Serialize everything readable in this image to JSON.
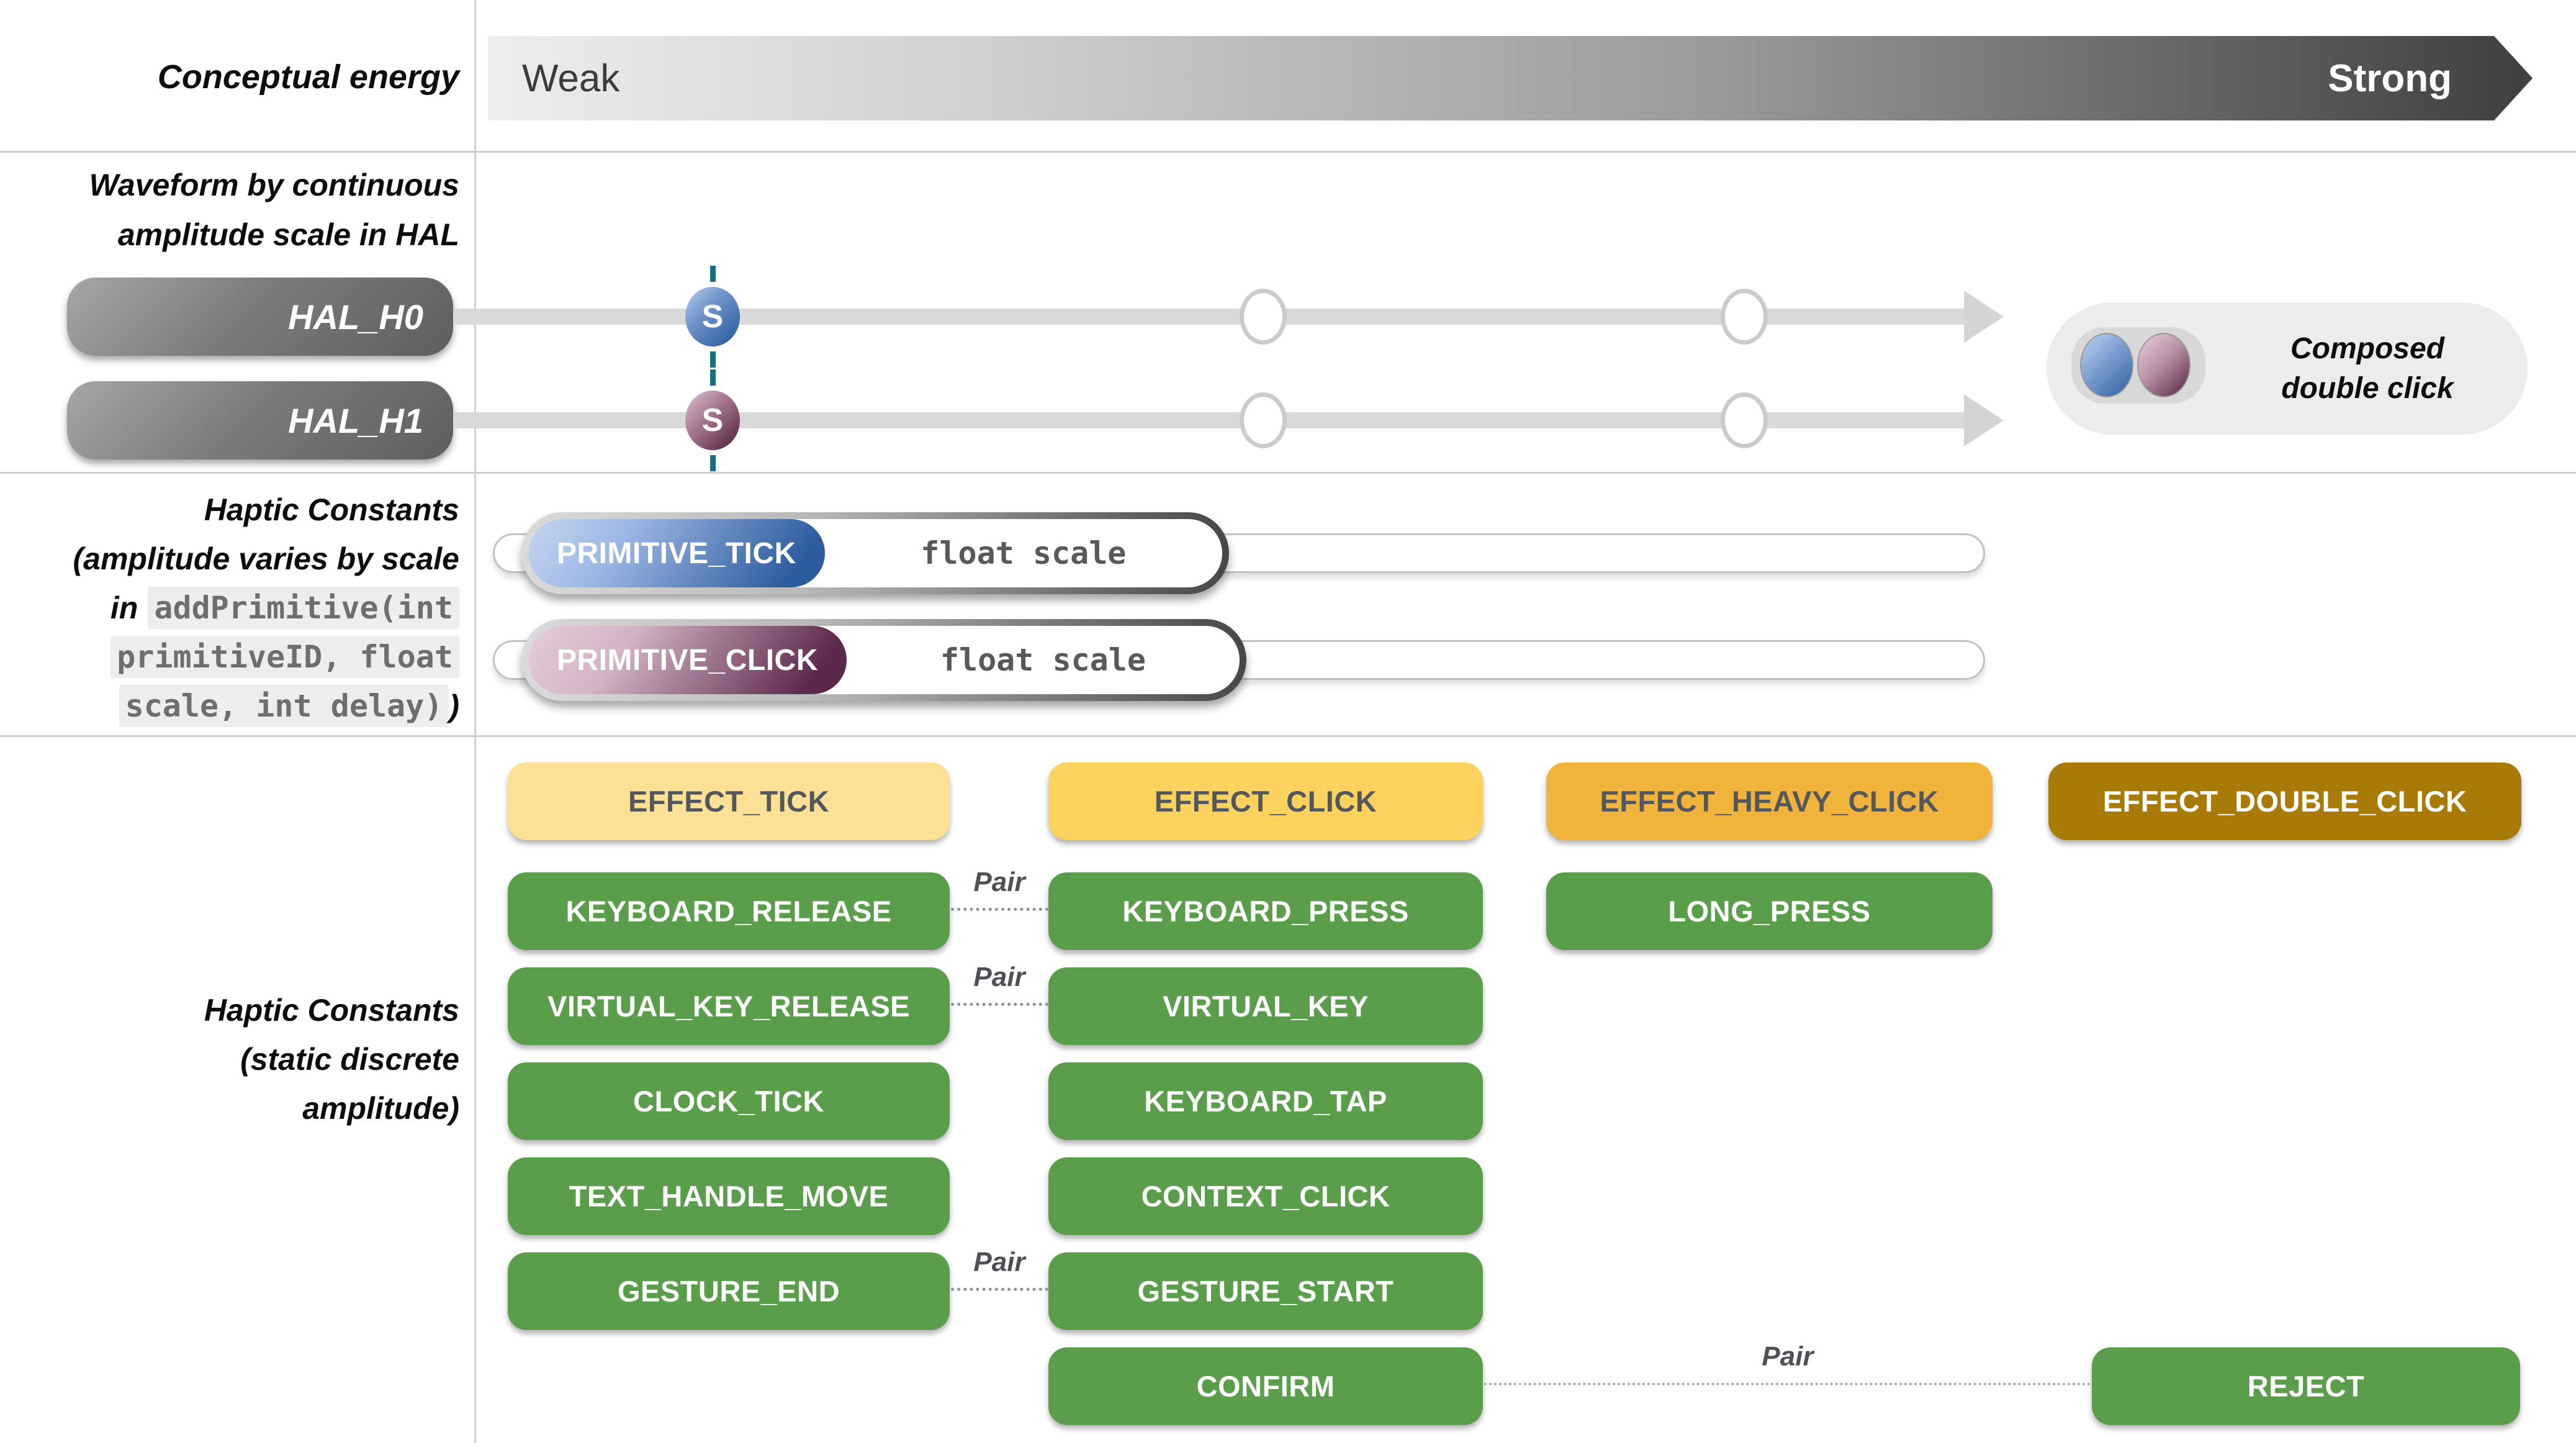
{
  "energy": {
    "label": "Conceptual energy",
    "weak": "Weak",
    "strong": "Strong"
  },
  "waveform": {
    "label_line1": "Waveform by continuous",
    "label_line2": "amplitude scale in HAL",
    "marker_letter": "S",
    "hal_rows": [
      {
        "name": "HAL_H0"
      },
      {
        "name": "HAL_H1"
      }
    ],
    "composed_line1": "Composed",
    "composed_line2": "double click"
  },
  "primitives": {
    "label_line1": "Haptic Constants",
    "label_line2": "(amplitude varies by scale",
    "label_line3_prefix": "in",
    "code_line1": "addPrimitive(int",
    "code_line2": "primitiveID, float",
    "code_line3": "scale, int delay)",
    "label_close": ")",
    "sliders": [
      {
        "name": "PRIMITIVE_TICK",
        "param": "float scale"
      },
      {
        "name": "PRIMITIVE_CLICK",
        "param": "float scale"
      }
    ]
  },
  "static": {
    "label_line1": "Haptic Constants",
    "label_line2": "(static discrete",
    "label_line3": "amplitude)",
    "pair_label": "Pair",
    "buttons": [
      {
        "label": "EFFECT_TICK"
      },
      {
        "label": "EFFECT_CLICK"
      },
      {
        "label": "EFFECT_HEAVY_CLICK"
      },
      {
        "label": "EFFECT_DOUBLE_CLICK"
      },
      {
        "label": "KEYBOARD_RELEASE"
      },
      {
        "label": "KEYBOARD_PRESS"
      },
      {
        "label": "LONG_PRESS"
      },
      {
        "label": "VIRTUAL_KEY_RELEASE"
      },
      {
        "label": "VIRTUAL_KEY"
      },
      {
        "label": "CLOCK_TICK"
      },
      {
        "label": "KEYBOARD_TAP"
      },
      {
        "label": "TEXT_HANDLE_MOVE"
      },
      {
        "label": "CONTEXT_CLICK"
      },
      {
        "label": "GESTURE_END"
      },
      {
        "label": "GESTURE_START"
      },
      {
        "label": "CONFIRM"
      },
      {
        "label": "REJECT"
      }
    ]
  },
  "colors": {
    "green": "#5a9e4b",
    "yellow_light": "#fbe096",
    "yellow": "#fbd25e",
    "amber": "#f0b43c",
    "gold_dark": "#a87b07",
    "blue_dark": "#2e5f9f",
    "plum_dark": "#5c2a48",
    "teal_dash": "#1a6c80",
    "track_gray": "#d9d9d9",
    "divider_gray": "#cfcfcf"
  }
}
